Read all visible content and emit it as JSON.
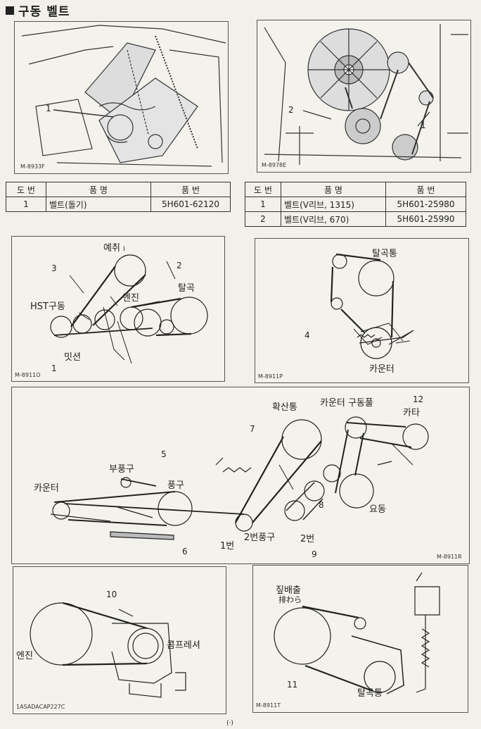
{
  "page_title": "구동 벨트",
  "photos": [
    {
      "code": "M-8933F",
      "callouts": [
        "1"
      ]
    },
    {
      "code": "M-8978E",
      "callouts": [
        "2",
        "1"
      ]
    }
  ],
  "table_left": {
    "headers": [
      "도 번",
      "품   명",
      "품 번"
    ],
    "rows": [
      [
        "1",
        "벨트(돌기)",
        "5H601-62120"
      ]
    ]
  },
  "table_right": {
    "headers": [
      "도 번",
      "품   명",
      "품 번"
    ],
    "rows": [
      [
        "1",
        "벨트(V리브, 1315)",
        "5H601-25980"
      ],
      [
        "2",
        "벨트(V리브,   670)",
        "5H601-25990"
      ]
    ]
  },
  "diagram_o": {
    "code": "M-8911O",
    "labels": {
      "pre": "예취",
      "pre_mark": "I",
      "hst": "HST구동",
      "engine": "엔진",
      "thresh": "탈곡",
      "mission": "밋션"
    },
    "nums": [
      "3",
      "2",
      "1"
    ]
  },
  "diagram_p": {
    "code": "M-8911P",
    "labels": {
      "drum": "탈곡통",
      "counter": "카운터"
    },
    "nums": [
      "4"
    ]
  },
  "diagram_r": {
    "code": "M-8911R",
    "labels": {
      "spread": "확산통",
      "counter_pulley": "카운터 구동풀",
      "kata": "카타",
      "sub_fan": "부풍구",
      "fan": "풍구",
      "counter": "카운터",
      "swing": "요동",
      "no1": "1번",
      "no2_fan": "2번풍구",
      "no2": "2번"
    },
    "nums": [
      "12",
      "7",
      "5",
      "8",
      "6",
      "9"
    ]
  },
  "diagram_c": {
    "code": "1ASADACAP227C",
    "labels": {
      "engine": "엔진",
      "compressor": "콤프레셔"
    },
    "nums": [
      "10"
    ]
  },
  "diagram_t": {
    "code": "M-8911T",
    "labels": {
      "straw": "짚배출",
      "straw_jp": "排わら",
      "drum": "탈곡통"
    },
    "nums": [
      "11"
    ]
  },
  "page_number": "(·)"
}
